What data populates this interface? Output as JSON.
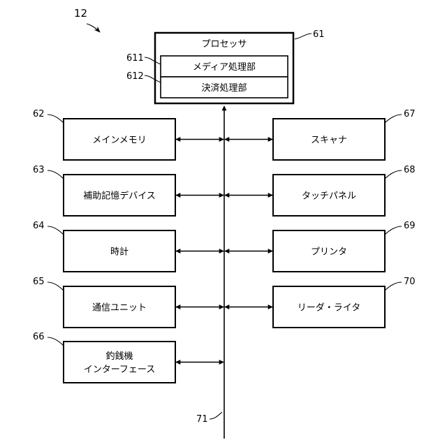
{
  "figure_ref": "12",
  "processor": {
    "ref": "61",
    "label": "プロセッサ",
    "units": [
      {
        "ref": "611",
        "label": "メディア処理部"
      },
      {
        "ref": "612",
        "label": "決済処理部"
      }
    ]
  },
  "bus": {
    "ref": "71"
  },
  "left_components": [
    {
      "ref": "62",
      "lines": [
        "メインメモリ"
      ]
    },
    {
      "ref": "63",
      "lines": [
        "補助記憶デバイス"
      ]
    },
    {
      "ref": "64",
      "lines": [
        "時計"
      ]
    },
    {
      "ref": "65",
      "lines": [
        "通信ユニット"
      ]
    },
    {
      "ref": "66",
      "lines": [
        "釣銭機",
        "インターフェース"
      ]
    }
  ],
  "right_components": [
    {
      "ref": "67",
      "lines": [
        "スキャナ"
      ]
    },
    {
      "ref": "68",
      "lines": [
        "タッチパネル"
      ]
    },
    {
      "ref": "69",
      "lines": [
        "プリンタ"
      ]
    },
    {
      "ref": "70",
      "lines": [
        "リーダ・ライタ"
      ]
    }
  ]
}
